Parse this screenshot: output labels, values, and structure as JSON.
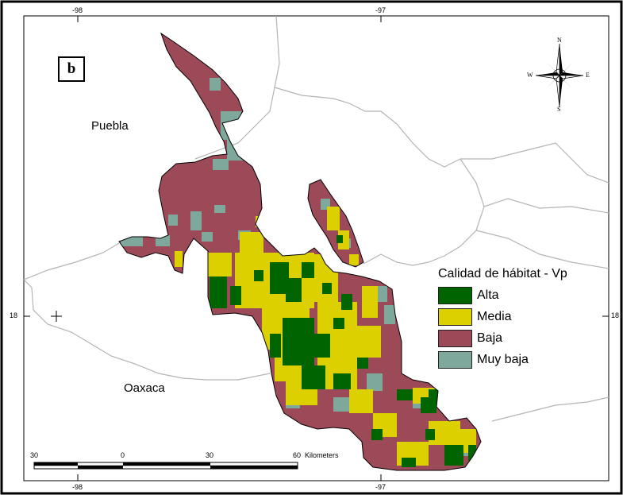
{
  "panel_label": "b",
  "graticule": {
    "top_left": "-98",
    "top_right": "-97",
    "left": "18",
    "right": "18",
    "bottom_left": "-98",
    "bottom_right": "-97"
  },
  "regions": {
    "puebla": "Puebla",
    "oaxaca": "Oaxaca"
  },
  "legend": {
    "title": "Calidad de hábitat - Vp",
    "items": [
      {
        "label": "Alta",
        "color": "#006400"
      },
      {
        "label": "Media",
        "color": "#dcd000"
      },
      {
        "label": "Baja",
        "color": "#9c4a58"
      },
      {
        "label": "Muy baja",
        "color": "#7fa89c"
      }
    ]
  },
  "compass": {
    "n": "N",
    "s": "S",
    "e": "E",
    "w": "W"
  },
  "scale_bar": {
    "ticks": [
      "30",
      "0",
      "30",
      "60"
    ],
    "unit": "Kilometers"
  },
  "colors": {
    "frame": "#000000",
    "boundary": "#b4b4b4",
    "outline": "#000000"
  }
}
